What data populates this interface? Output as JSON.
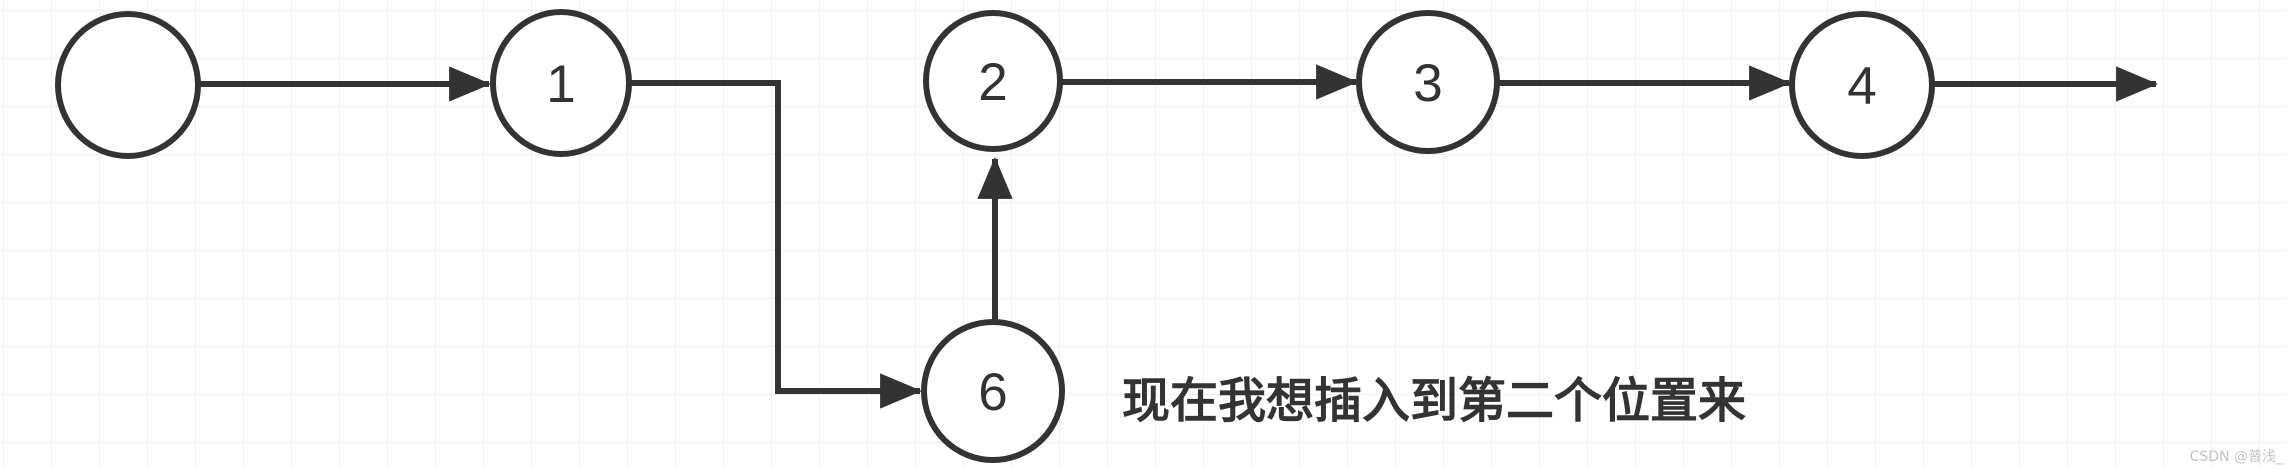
{
  "diagram": {
    "type": "linked-list-insertion",
    "caption": "现在我想插入到第二个位置来",
    "nodes": [
      {
        "id": "head",
        "label": ""
      },
      {
        "id": "node-1",
        "label": "1"
      },
      {
        "id": "node-2",
        "label": "2"
      },
      {
        "id": "node-3",
        "label": "3"
      },
      {
        "id": "node-4",
        "label": "4"
      },
      {
        "id": "node-6",
        "label": "6"
      }
    ],
    "edges": [
      {
        "from": "head",
        "to": "node-1"
      },
      {
        "from": "node-1",
        "to": "node-6"
      },
      {
        "from": "node-6",
        "to": "node-2"
      },
      {
        "from": "node-2",
        "to": "node-3"
      },
      {
        "from": "node-3",
        "to": "node-4"
      },
      {
        "from": "node-4",
        "to": "tail"
      }
    ],
    "colors": {
      "stroke": "#333333",
      "node_fill": "#ffffff",
      "grid_line": "#efefef",
      "background": "#ffffff"
    }
  },
  "watermark": {
    "text": "CSDN @普浅_"
  }
}
